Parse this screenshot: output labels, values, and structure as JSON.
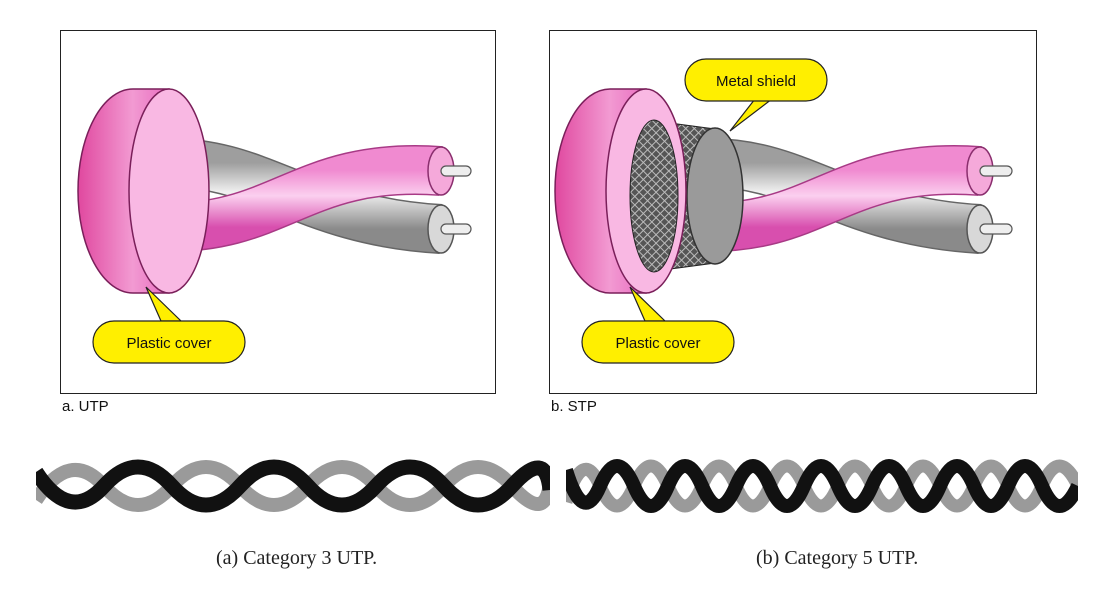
{
  "panels": {
    "utp": {
      "callout": "Plastic cover",
      "caption": "a. UTP"
    },
    "stp": {
      "callout_cover": "Plastic cover",
      "callout_shield": "Metal shield",
      "caption": "b. STP"
    }
  },
  "twists": {
    "cat3": {
      "caption": "(a) Category 3 UTP."
    },
    "cat5": {
      "caption": "(b) Category 5 UTP."
    }
  },
  "colors": {
    "cover_pink": "#e86cc0",
    "cover_light": "#f7b6e2",
    "wire_gray": "#bdbdbd",
    "callout_yellow": "#ffef00",
    "twist_dark": "#111111",
    "twist_light": "#9a9a9a"
  }
}
